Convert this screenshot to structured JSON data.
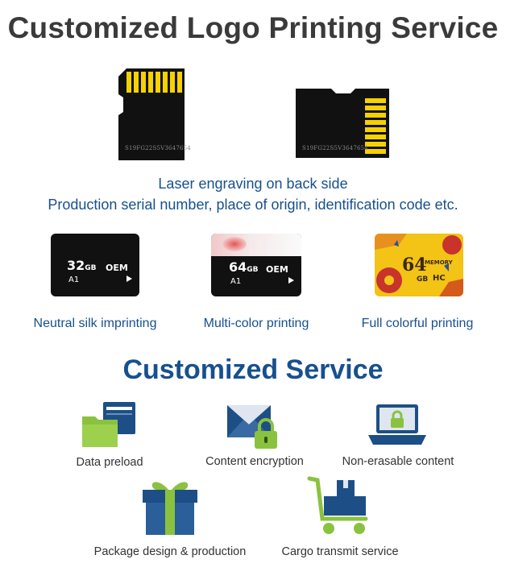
{
  "header": {
    "title": "Customized Logo Printing Service"
  },
  "laser_section": {
    "line1": "Laser engraving on back side",
    "line2": "Production serial number, place of origin, identification code etc.",
    "serial_text": "S19FG22S5V3647654"
  },
  "printing_options": [
    {
      "caption": "Neutral silk imprinting",
      "capacity": "32",
      "unit": "GB",
      "brand": "OEM",
      "class": "A1"
    },
    {
      "caption": "Multi-color printing",
      "capacity": "64",
      "unit": "GB",
      "brand": "OEM",
      "class": "A1"
    },
    {
      "caption": "Full colorful printing",
      "capacity": "64",
      "unit": "GB",
      "brand": "MEMORY",
      "class": "HC"
    }
  ],
  "service": {
    "title": "Customized Service",
    "items": [
      {
        "label": "Data preload",
        "icon": "folder-icon"
      },
      {
        "label": "Content encryption",
        "icon": "envelope-lock-icon"
      },
      {
        "label": "Non-erasable content",
        "icon": "laptop-lock-icon"
      },
      {
        "label": "Package design & production",
        "icon": "gift-box-icon"
      },
      {
        "label": "Cargo transmit service",
        "icon": "cart-icon"
      }
    ]
  },
  "colors": {
    "title_gray": "#3a3a3a",
    "brand_blue": "#17508f",
    "icon_green": "#8ac23f",
    "icon_navy": "#1d4f86",
    "pin_yellow": "#f5d200"
  }
}
